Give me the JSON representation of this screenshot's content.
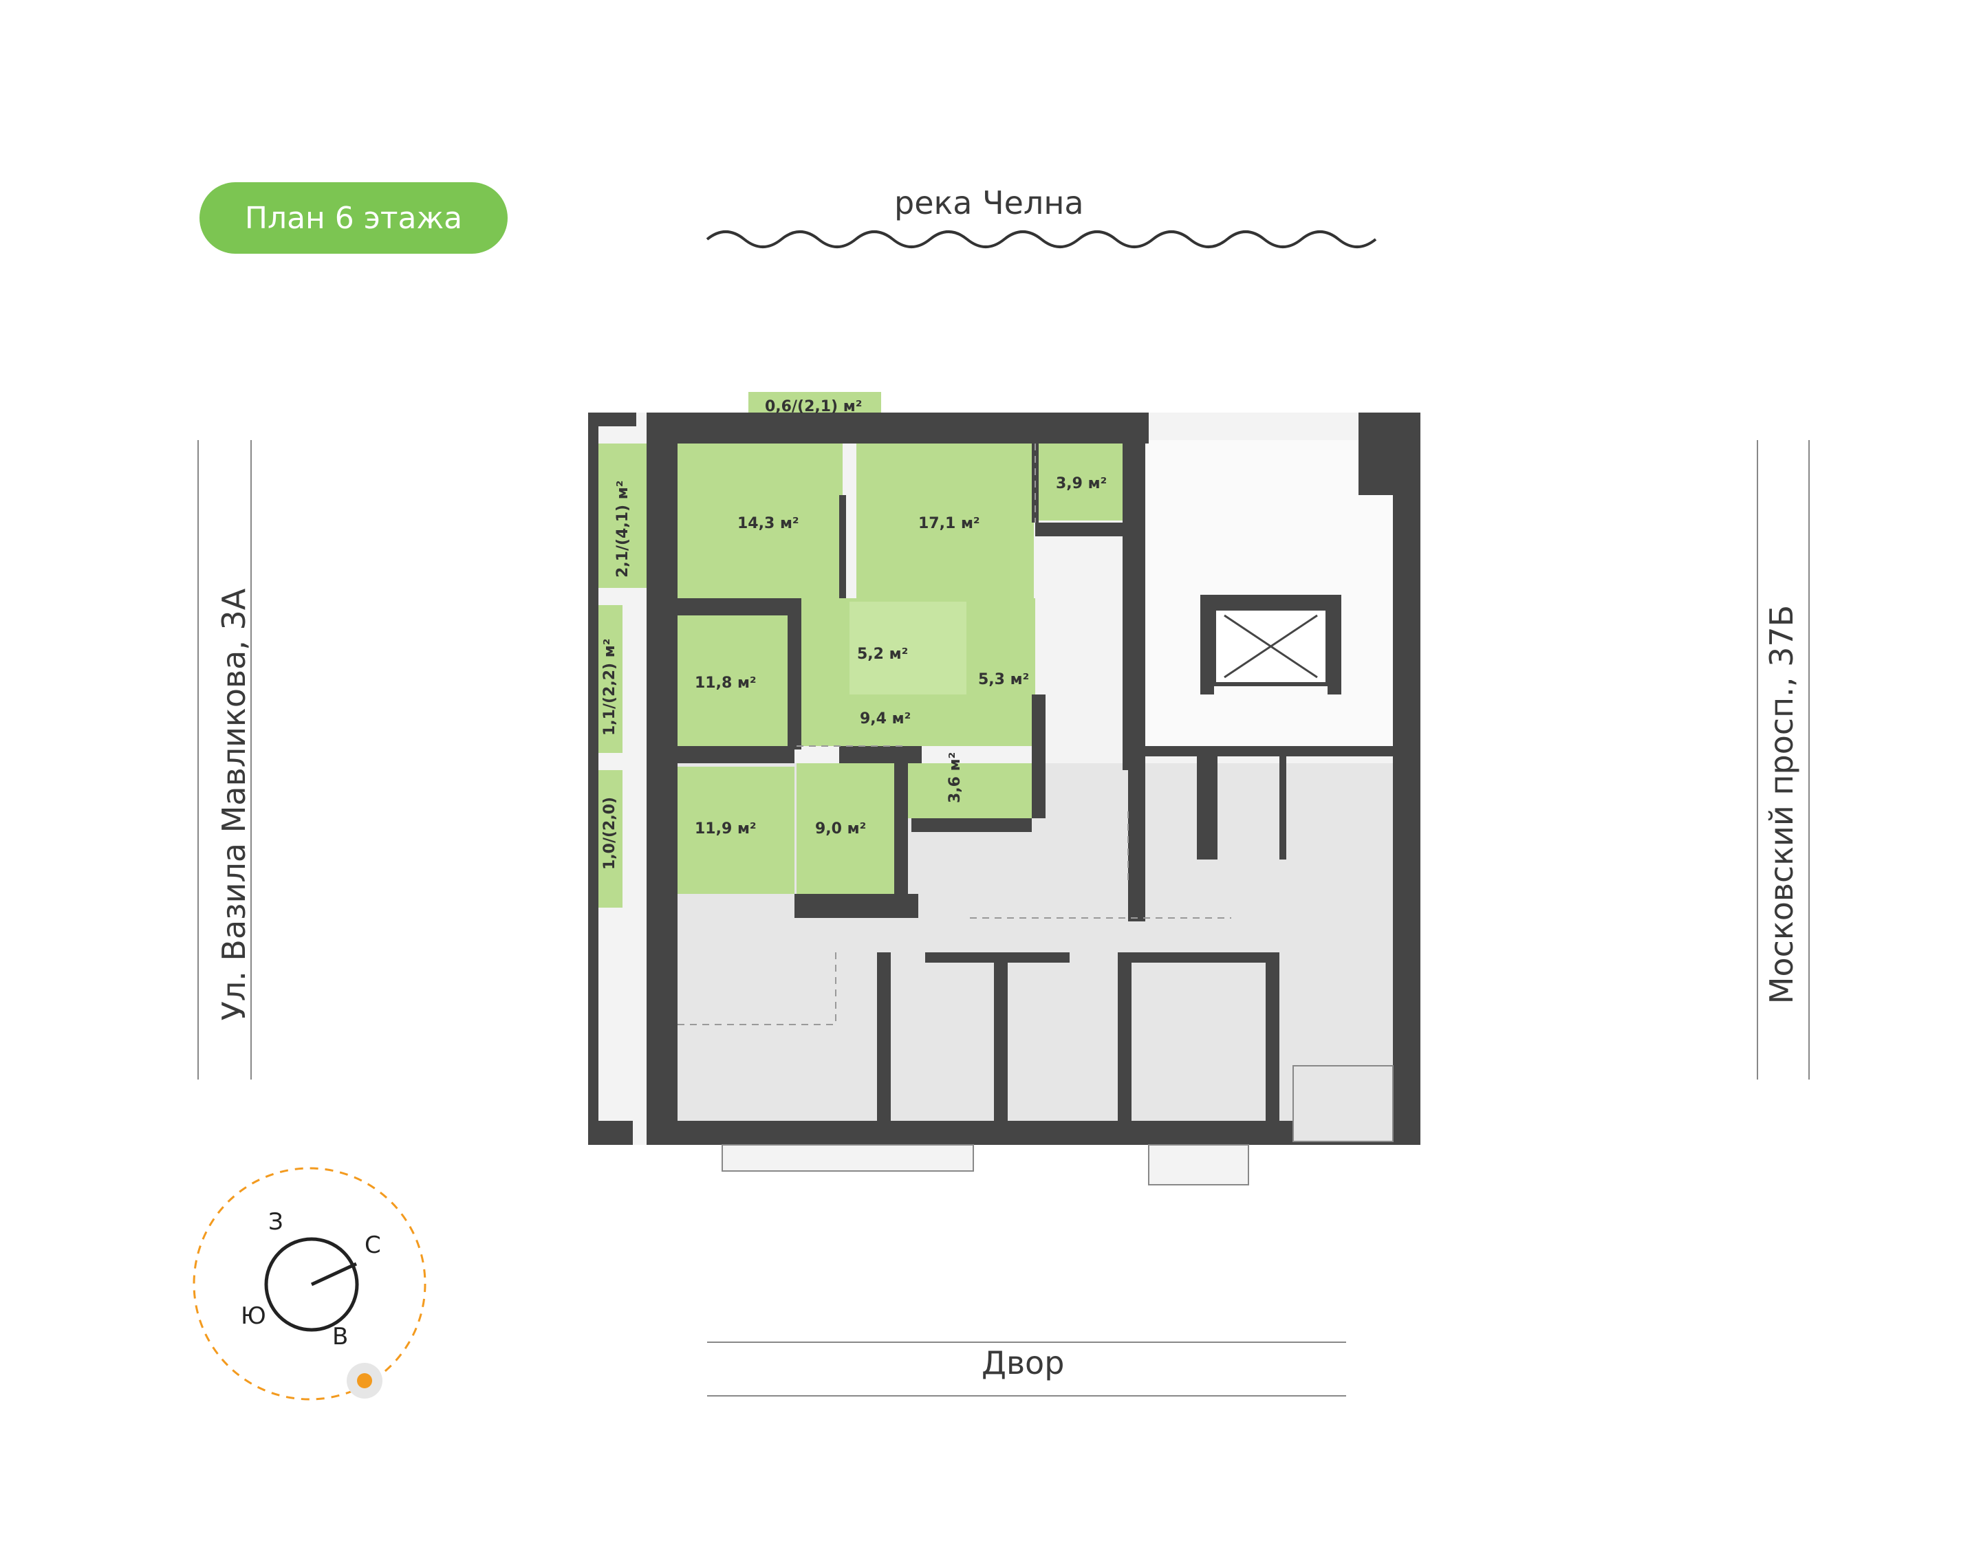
{
  "title": "План 6 этажа",
  "labels": {
    "north": "река Челна",
    "south": "Двор",
    "west": "Ул. Вазила Мавликова, 3А",
    "east": "Московский просп., 37Б"
  },
  "areas": {
    "balcony_top": "0,6/(2,1) м²",
    "room_a": "14,3 м²",
    "room_b": "17,1 м²",
    "storage": "3,9 м²",
    "balcony_left1": "2,1/(4,1) м²",
    "room_c": "11,8 м²",
    "bath1": "5,2 м²",
    "bath2": "5,3 м²",
    "hall": "9,4 м²",
    "balcony_left2": "1,1/(2,2) м²",
    "wc": "3,6 м²",
    "room_d": "11,9 м²",
    "kitchen": "9,0 м²",
    "balcony_left3": "1,0/(2,0)"
  },
  "compass": {
    "w": "З",
    "n": "С",
    "s": "Ю",
    "e": "В"
  },
  "colors": {
    "accent": "#7cc552",
    "apartment": "#b9dc8f",
    "walls": "#454545",
    "common": "#e6e6e6",
    "sun": "#f39a1e"
  }
}
